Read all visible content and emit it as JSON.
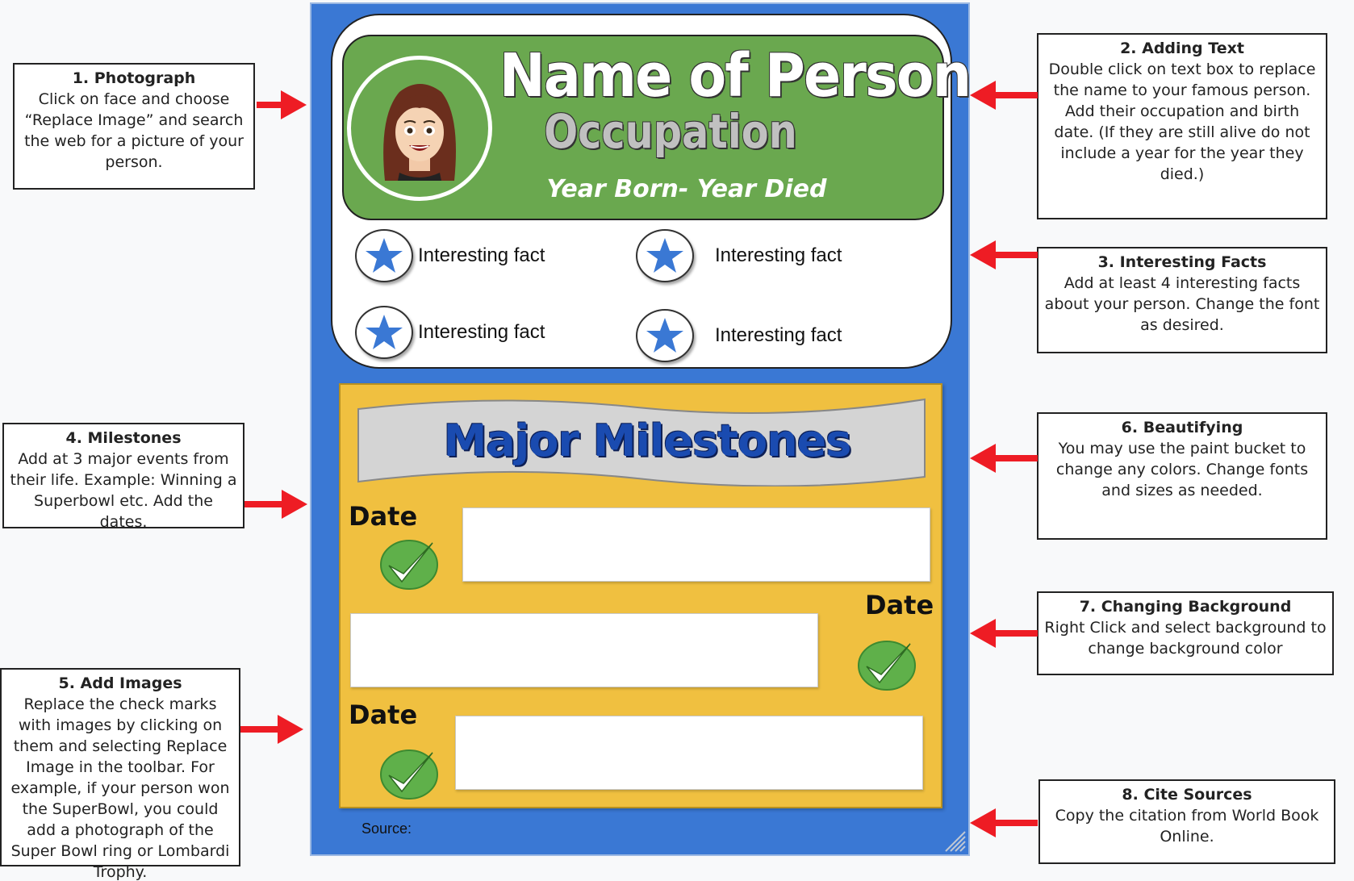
{
  "callouts": [
    {
      "title": "1.     Photograph",
      "body": "Click on face and choose “Replace Image” and search the web  for a picture of your person."
    },
    {
      "title": "2. Adding Text",
      "body": "Double click on text box to replace the name to  your famous person. Add their occupation and birth date. (If they are still alive do not include a year for the year they died.)"
    },
    {
      "title": "3. Interesting Facts",
      "body": "Add at least 4  interesting facts about your person. Change the font as desired."
    },
    {
      "title": "4. Milestones",
      "body": "Add at 3 major events from their life. Example: Winning a Superbowl etc. Add the dates."
    },
    {
      "title": "5. Add Images",
      "body": "Replace the  check marks with images by clicking on them and  selecting  Replace Image in the toolbar. For example, if your person won the SuperBowl, you could add a photograph of the Super Bowl ring or Lombardi Trophy."
    },
    {
      "title": "6. Beautifying",
      "body": "You  may use the paint bucket to change any colors. Change fonts and sizes as needed."
    },
    {
      "title": "7. Changing Background",
      "body": "Right Click and select background to change background color"
    },
    {
      "title": "8. Cite Sources",
      "body": "Copy the citation from World Book Online."
    }
  ],
  "slide": {
    "name": "Name of Person",
    "occupation": "Occupation",
    "years": "Year Born- Year Died",
    "facts": [
      "Interesting fact",
      "Interesting fact",
      "Interesting fact",
      "Interesting fact"
    ],
    "milestones_title": "Major Milestones",
    "date_labels": [
      "Date",
      "Date",
      "Date"
    ],
    "source_label": "Source:"
  },
  "colors": {
    "slide_background": "#3a78d4",
    "name_banner": "#6aa84f",
    "milestones_panel": "#f0c040",
    "milestones_title": "#1a4bb0",
    "arrow": "#ee1c24",
    "star": "#3a78d4",
    "check": "#5fb04a"
  },
  "icons": [
    "bitmoji-avatar",
    "star-icon",
    "check-mark-icon",
    "red-arrow-icon",
    "resize-handle-icon"
  ]
}
